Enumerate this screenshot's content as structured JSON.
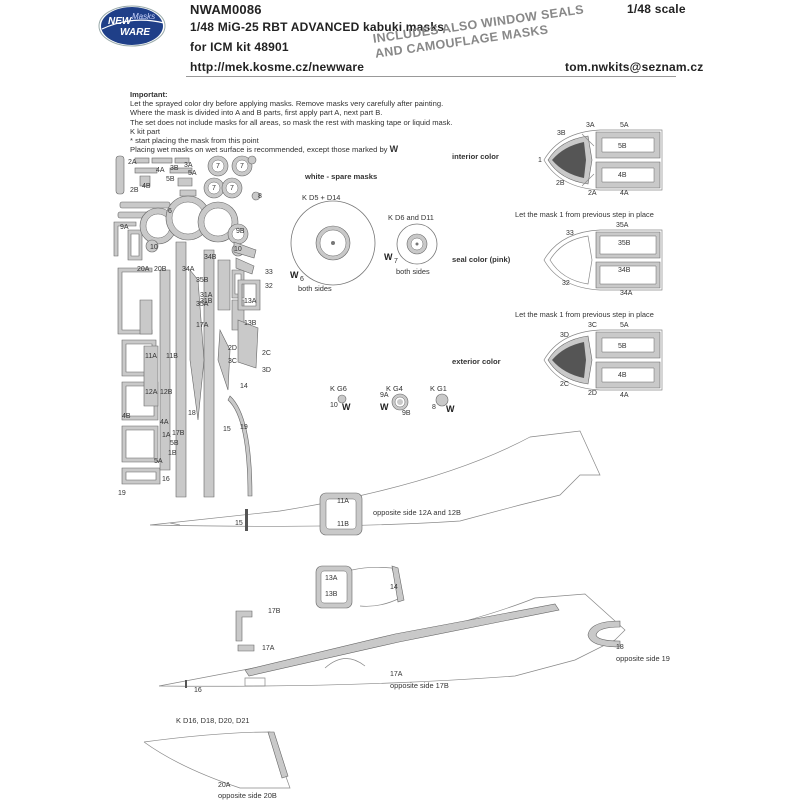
{
  "header": {
    "code": "NWAM0086",
    "scale": "1/48 scale",
    "title": "1/48  MiG-25 RBT ADVANCED kabuki masks",
    "kit": "for ICM kit 48901",
    "url": "http://mek.kosme.cz/newware",
    "email": "tom.nwkits@seznam.cz",
    "banner_line1": "INCLUDES ALSO WINDOW SEALS",
    "banner_line2": "AND CAMOUFLAGE MASKS"
  },
  "logo": {
    "line1": "NEW",
    "line2": "Masks",
    "line3": "WARE",
    "color": "#1f3f88"
  },
  "instructions": {
    "heading": "Important:",
    "lines": [
      "Let the sprayed color dry before applying masks. Remove masks very carefully after painting.",
      "Where the mask is divided into A and B parts, first apply part A, next part B.",
      "The set does not include masks for all areas, so mask the rest with masking tape or liquid mask.",
      "K kit part",
      "*  start placing the mask from this point",
      "Placing wet masks on wet surface is recommended, except those marked by"
    ],
    "w_mark": "W"
  },
  "sections": {
    "interior": "interior color",
    "white_spare": "white - spare masks",
    "seal": "seal color (pink)",
    "exterior": "exterior color",
    "previous_step_1": "Let the mask 1 from previous step in place",
    "previous_step_2": "Let the mask 1 from previous step in place"
  },
  "wheels": {
    "big_label": "K D5 + D14",
    "big_id": "6",
    "big_note": "both sides",
    "small_label": "K D6 and D11",
    "small_id": "7",
    "small_note": "both sides",
    "w": "W"
  },
  "lights": [
    {
      "kit": "K G6",
      "id": "10"
    },
    {
      "kit": "K G4",
      "id": "9A",
      "id2": "9B"
    },
    {
      "kit": "K G1",
      "id": "8"
    }
  ],
  "canopy_labels": {
    "interior": [
      "1",
      "2A",
      "2B",
      "3A",
      "3B",
      "4A",
      "4B",
      "5A",
      "5B"
    ],
    "seal": [
      "32",
      "33",
      "34A",
      "34B",
      "35A",
      "35B"
    ],
    "exterior": [
      "2C",
      "2D",
      "3C",
      "3D",
      "4A",
      "4B",
      "5A",
      "5B"
    ]
  },
  "fuselage": {
    "window_top": [
      "11A",
      "11B"
    ],
    "opposite_11": "opposite side 12A and 12B",
    "frame_15": "15",
    "window_13": [
      "13A",
      "13B"
    ],
    "frame_14": "14",
    "part_17B": "17B",
    "part_17A": "17A",
    "opposite_17": "opposite side 17B",
    "part_16": "16",
    "part_18": "18",
    "opposite_18": "opposite side 19",
    "kit_parts": "K D16, D18, D20, D21",
    "part_20A": "20A",
    "opposite_20": "opposite side 20B"
  },
  "sheet_labels": [
    "2A",
    "3A",
    "4A",
    "2B",
    "3B",
    "4B",
    "5A",
    "5B",
    "6",
    "7",
    "7",
    "7",
    "7",
    "8",
    "9A",
    "9B",
    "10",
    "10",
    "20A",
    "20B",
    "34A",
    "34B",
    "31A",
    "31B",
    "33",
    "32",
    "35B",
    "35A",
    "13A",
    "13B",
    "11A",
    "11B",
    "12A",
    "12B",
    "2D",
    "2C",
    "3C",
    "3D",
    "14",
    "4B",
    "4A",
    "5B",
    "5A",
    "1B",
    "1A",
    "18",
    "16",
    "17A",
    "17B",
    "15",
    "19"
  ]
}
